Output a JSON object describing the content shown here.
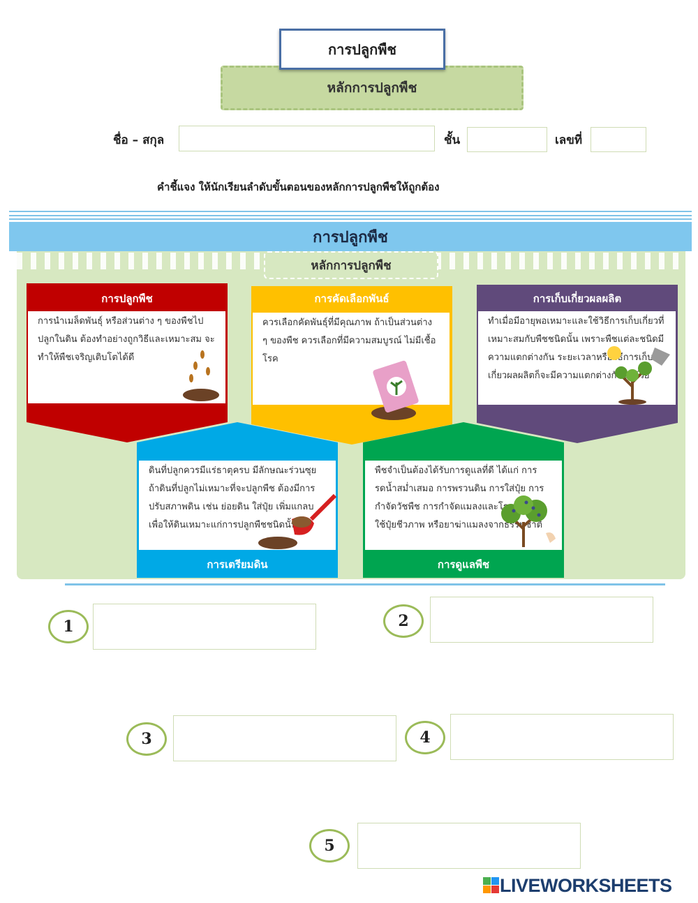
{
  "header": {
    "title": "การปลูกพืช",
    "subtitle": "หลักการปลูกพืช"
  },
  "student_info": {
    "name_label": "ชื่อ – สกุล",
    "class_label": "ชั้น",
    "number_label": "เลขที่",
    "name_value": "",
    "class_value": "",
    "number_value": ""
  },
  "instruction": "คำชี้แจง  ให้นักเรียนลำดับขั้นตอนของหลักการปลูกพืชให้ถูกต้อง",
  "infographic": {
    "title": "การปลูกพืช",
    "subtitle": "หลักการปลูกพืช",
    "cards": [
      {
        "title": "การปลูกพืช",
        "text": "การนำเมล็ดพันธุ์ หรือส่วนต่าง ๆ ของพืชไปปลูกในดิน ต้องทำอย่างถูกวิธีและเหมาะสม จะทำให้พืชเจริญเติบโตได้ดี",
        "color": "#c00000"
      },
      {
        "title": "การคัดเลือกพันธ์",
        "text": "ควรเลือกคัดพันธุ์ที่มีคุณภาพ ถ้าเป็นส่วนต่าง ๆ ของพืช ควรเลือกที่มีความสมบูรณ์ ไม่มีเชื้อโรค",
        "color": "#ffc000"
      },
      {
        "title": "การเก็บเกี่ยวผลผลิต",
        "text": "ทำเมื่อมีอายุพอเหมาะและใช้วิธีการเก็บเกี่ยวที่เหมาะสมกับพืชชนิดนั้น เพราะพืชแต่ละชนิดมีความแตกต่างกัน ระยะเวลาหรือวิธีการเก็บเกี่ยวผลผลิตก็จะมีความแตกต่างกันไปด้วย",
        "color": "#604a7b"
      },
      {
        "title": "การเตรียมดิน",
        "text": "ดินที่ปลูกควรมีแร่ธาตุครบ มีลักษณะร่วนซุย ถ้าดินที่ปลูกไม่เหมาะที่จะปลูกพืช ต้องมีการปรับสภาพดิน เช่น ย่อยดิน ใส่ปุ๋ย เพิ่มแกลบ เพื่อให้ดินเหมาะแก่การปลูกพืชชนิดนั้น",
        "color": "#00a9e6"
      },
      {
        "title": "การดูแลพืช",
        "text": "พืชจำเป็นต้องได้รับการดูแลที่ดี ได้แก่ การรดน้ำสม่ำเสมอ การพรวนดิน การใส่ปุ๋ย การกำจัดวัชพืช การกำจัดแมลงและโรคพืช การใช้ปุ๋ยชีวภาพ หรือยาฆ่าแมลงจากธรรมชาติ",
        "color": "#00a550"
      }
    ]
  },
  "answers": [
    {
      "number": "1",
      "value": ""
    },
    {
      "number": "2",
      "value": ""
    },
    {
      "number": "3",
      "value": ""
    },
    {
      "number": "4",
      "value": ""
    },
    {
      "number": "5",
      "value": ""
    }
  ],
  "footer": {
    "logo_text": "LIVEWORKSHEETS"
  }
}
